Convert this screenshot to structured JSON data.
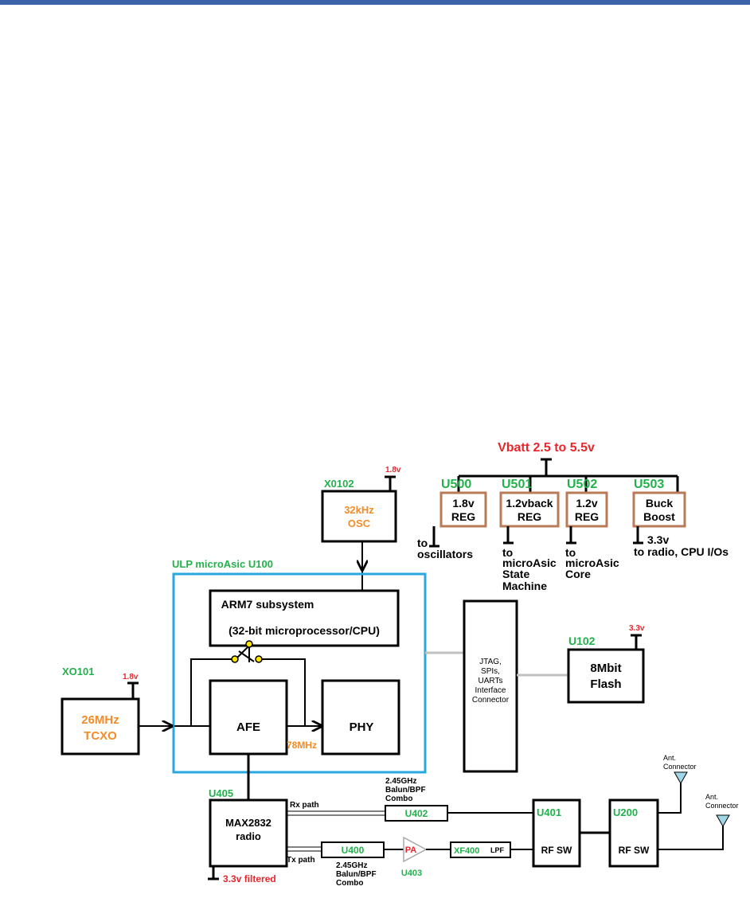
{
  "colors": {
    "header_bar": "#3a63a8",
    "green_label": "#22b14c",
    "orange_label": "#f28c28",
    "red_label": "#e8262c",
    "asic_border": "#29a8e0",
    "regulator_border": "#b97a57",
    "interface_line": "#c0c0c0",
    "switch_dot": "#ffe600",
    "antenna_fill": "#9fd7e6"
  },
  "power": {
    "vbatt": "Vbatt 2.5 to 5.5v",
    "regulators": [
      {
        "id": "U500",
        "l1": "1.8v",
        "l2": "REG",
        "out": [
          "to",
          "oscillators"
        ]
      },
      {
        "id": "U501",
        "l1": "1.2vback",
        "l2": "REG",
        "out": [
          "to",
          "microAsic",
          "State",
          "Machine"
        ]
      },
      {
        "id": "U502",
        "l1": "1.2v",
        "l2": "REG",
        "out": [
          "to",
          "microAsic",
          "Core"
        ]
      },
      {
        "id": "U503",
        "l1": "Buck",
        "l2": "Boost",
        "out": [
          "3.3v",
          "to radio, CPU I/Os"
        ]
      }
    ]
  },
  "osc32": {
    "id": "X0102",
    "l1": "32kHz",
    "l2": "OSC",
    "supply": "1.8v"
  },
  "tcxo": {
    "id": "XO101",
    "l1": "26MHz",
    "l2": "TCXO",
    "supply": "1.8v"
  },
  "asic": {
    "label": "ULP microAsic U100",
    "arm_l1": "ARM7 subsystem",
    "arm_l2": "(32-bit microprocessor/CPU)",
    "afe": "AFE",
    "phy": "PHY",
    "clock": "78MHz"
  },
  "interface": {
    "lines": [
      "JTAG,",
      "SPIs,",
      "UARTs",
      "Interface",
      "Connector"
    ]
  },
  "flash": {
    "id": "U102",
    "l1": "8Mbit",
    "l2": "Flash",
    "supply": "3.3v"
  },
  "radio": {
    "id": "U405",
    "l1": "MAX2832",
    "l2": "radio",
    "supply": "3.3v filtered",
    "rx": "Rx path",
    "tx": "Tx path"
  },
  "balun_rx": {
    "id": "U402",
    "desc": [
      "2.45GHz",
      "Balun/BPF",
      "Combo"
    ]
  },
  "balun_tx": {
    "id": "U400",
    "desc": [
      "2.45GHz",
      "Balun/BPF",
      "Combo"
    ]
  },
  "pa": {
    "label": "PA",
    "id": "U403"
  },
  "lpf": {
    "id": "XF400",
    "label": "LPF"
  },
  "sw1": {
    "id": "U401",
    "label": "RF SW"
  },
  "sw2": {
    "id": "U200",
    "label": "RF SW"
  },
  "antennas": [
    {
      "l1": "Ant.",
      "l2": "Connector"
    },
    {
      "l1": "Ant.",
      "l2": "Connector"
    }
  ]
}
